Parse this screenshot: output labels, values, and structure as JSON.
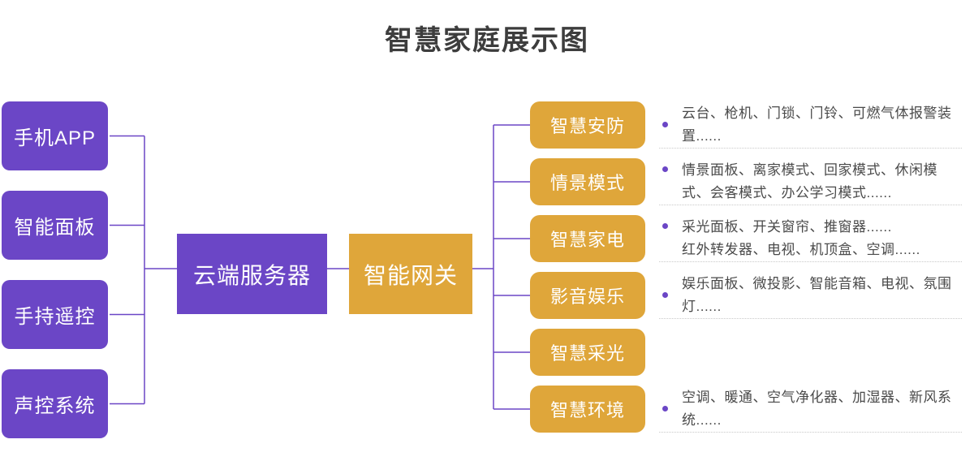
{
  "title": "智慧家庭展示图",
  "colors": {
    "node_purple": "#6b46c6",
    "node_gold": "#dfa63a",
    "connector_purple": "#6b46c6",
    "title_text": "#3d3d3d",
    "detail_text": "#4a4a4a",
    "divider": "#c9c9c9"
  },
  "left_nodes": [
    {
      "label": "手机APP"
    },
    {
      "label": "智能面板"
    },
    {
      "label": "手持遥控"
    },
    {
      "label": "声控系统"
    }
  ],
  "hub": {
    "cloud_label": "云端服务器",
    "gateway_label": "智能网关"
  },
  "right_nodes": [
    {
      "label": "智慧安防",
      "details": [
        "云台、枪机、门锁、门铃、可燃气体报警装置......"
      ]
    },
    {
      "label": "情景模式",
      "details": [
        "情景面板、离家模式、回家模式、休闲模式、会客模式、办公学习模式......"
      ]
    },
    {
      "label": "智慧家电",
      "details": [
        "采光面板、开关窗帘、推窗器......",
        "红外转发器、电视、机顶盒、空调......"
      ]
    },
    {
      "label": "影音娱乐",
      "details": [
        "娱乐面板、微投影、智能音箱、电视、氛围灯......"
      ]
    },
    {
      "label": "智慧采光",
      "details": []
    },
    {
      "label": "智慧环境",
      "details": [
        "空调、暖通、空气净化器、加湿器、新风系统......"
      ]
    }
  ]
}
